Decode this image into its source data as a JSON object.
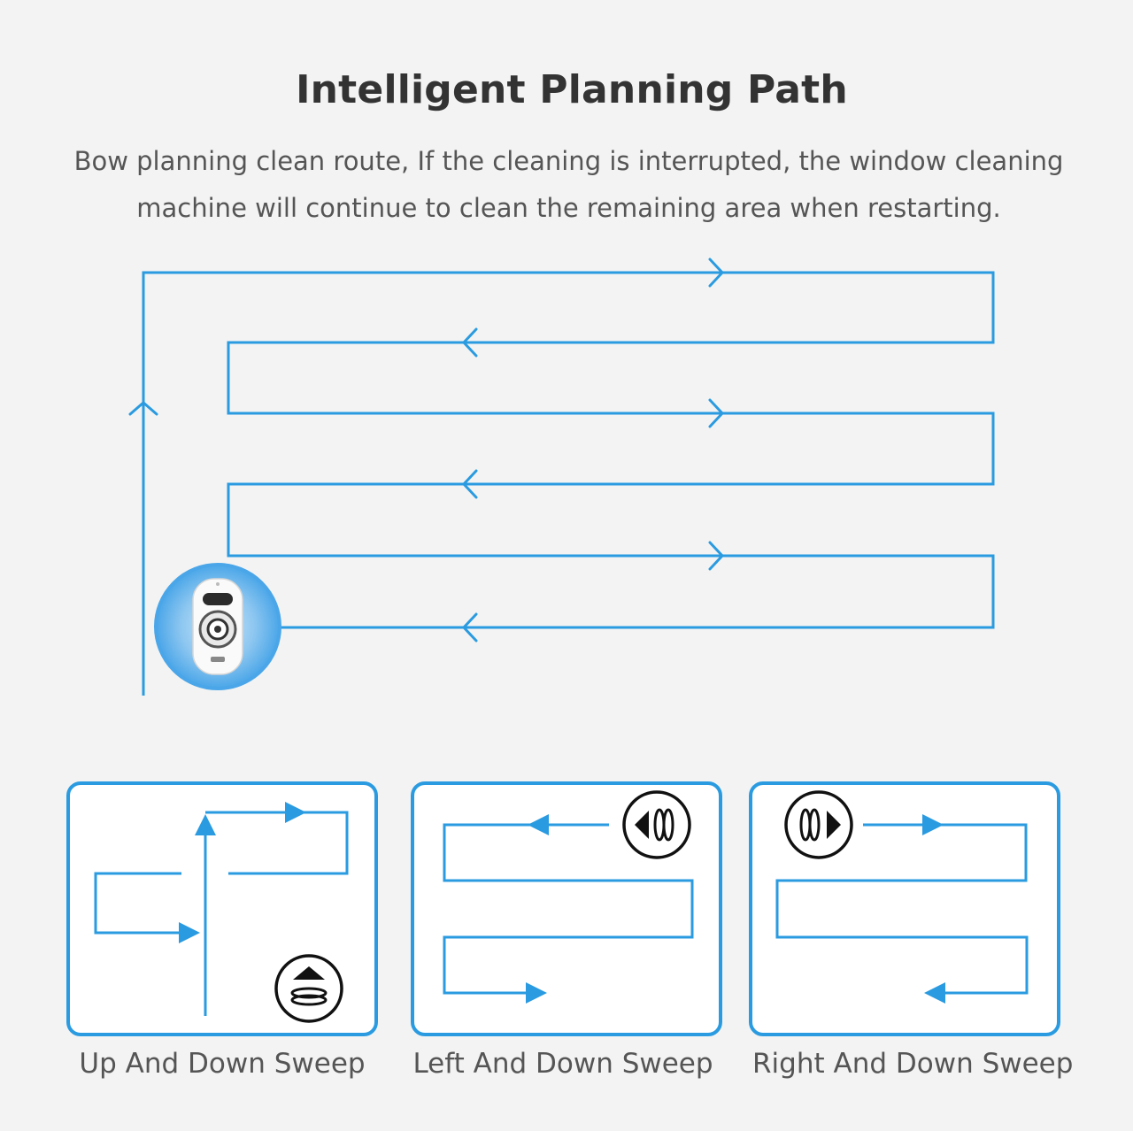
{
  "header": {
    "title": "Intelligent Planning Path",
    "description_line1": "Bow planning clean route, If the cleaning is interrupted, the window cleaning",
    "description_line2": "machine will continue to clean the remaining area when restarting."
  },
  "colors": {
    "path": "#2a9be0",
    "robot_outer": "#4aa6e8",
    "robot_inner": "#9fd0f3",
    "text_dark": "#333333",
    "text_body": "#555555",
    "icon_stroke": "#111111"
  },
  "main_path": {
    "direction_arrows": [
      "up",
      "right",
      "left",
      "right",
      "left",
      "right",
      "left"
    ],
    "robot_icon": "window-cleaning-robot-icon"
  },
  "modes": [
    {
      "label": "Up And Down Sweep",
      "icon": "up-sweep-icon"
    },
    {
      "label": "Left And Down Sweep",
      "icon": "left-sweep-icon"
    },
    {
      "label": "Right And Down Sweep",
      "icon": "right-sweep-icon"
    }
  ]
}
